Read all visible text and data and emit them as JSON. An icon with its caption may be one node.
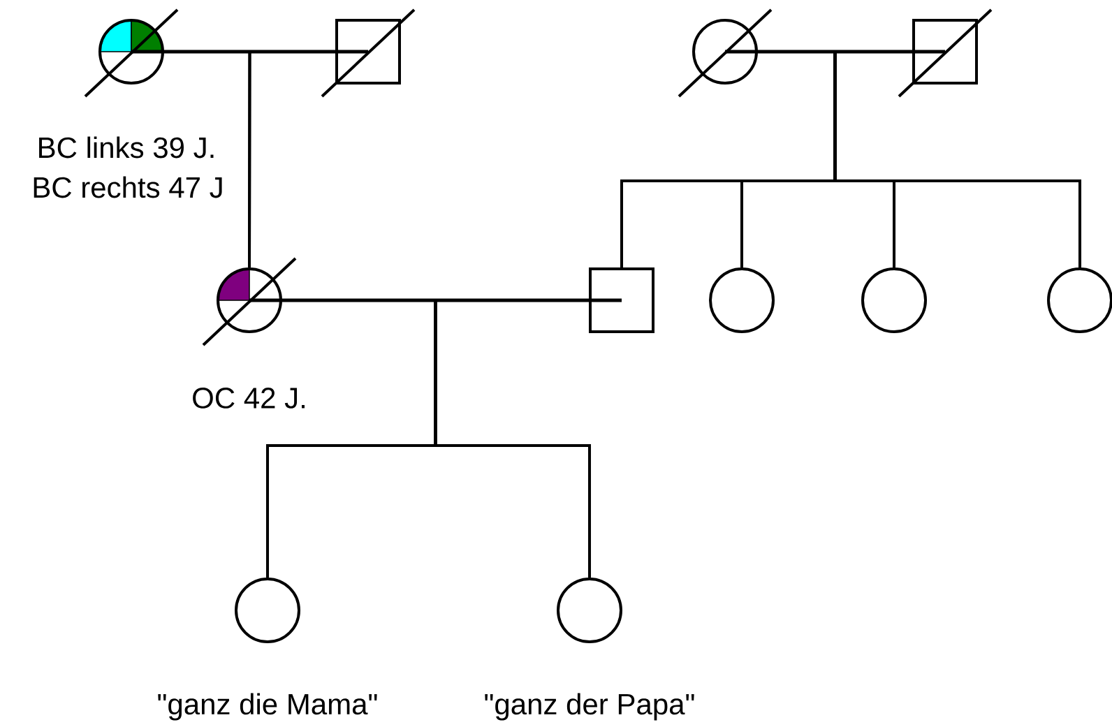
{
  "diagram": {
    "nodes": [
      {
        "text": [],
        "shape": "circle",
        "beside": [
          "BC links 39 J.",
          "BC rechts 47 J"
        ]
      },
      {
        "text": [],
        "shape": "box"
      },
      {
        "text": [],
        "shape": "circle"
      },
      {
        "text": [],
        "shape": "box"
      },
      {
        "text": [],
        "shape": "circle",
        "beside": [
          "OC 42 J."
        ]
      },
      {
        "text": [],
        "shape": "box"
      },
      {
        "text": [],
        "shape": "circle"
      },
      {
        "text": [],
        "shape": "circle"
      },
      {
        "text": [],
        "shape": "circle"
      },
      {
        "text": [],
        "shape": "circle",
        "beside": [
          "\"ganz die Mama\""
        ]
      },
      {
        "text": [],
        "shape": "circle",
        "beside": [
          "\"ganz der Papa\""
        ]
      }
    ],
    "edges": [
      {
        "from": 0,
        "to": 1,
        "arrow": "none"
      },
      {
        "from": 2,
        "to": 3,
        "arrow": "none"
      },
      {
        "from": 0,
        "to": 4,
        "arrow": "none"
      },
      {
        "from": 1,
        "to": 4,
        "arrow": "none"
      },
      {
        "from": 2,
        "to": 5,
        "arrow": "none"
      },
      {
        "from": 3,
        "to": 5,
        "arrow": "none"
      },
      {
        "from": 2,
        "to": 6,
        "arrow": "none"
      },
      {
        "from": 3,
        "to": 6,
        "arrow": "none"
      },
      {
        "from": 2,
        "to": 7,
        "arrow": "none"
      },
      {
        "from": 3,
        "to": 7,
        "arrow": "none"
      },
      {
        "from": 2,
        "to": 8,
        "arrow": "none"
      },
      {
        "from": 3,
        "to": 8,
        "arrow": "none"
      },
      {
        "from": 4,
        "to": 5,
        "arrow": "none"
      },
      {
        "from": 4,
        "to": 9,
        "arrow": "none"
      },
      {
        "from": 5,
        "to": 9,
        "arrow": "none"
      },
      {
        "from": 4,
        "to": 10,
        "arrow": "none"
      },
      {
        "from": 5,
        "to": 10,
        "arrow": "none"
      }
    ]
  }
}
